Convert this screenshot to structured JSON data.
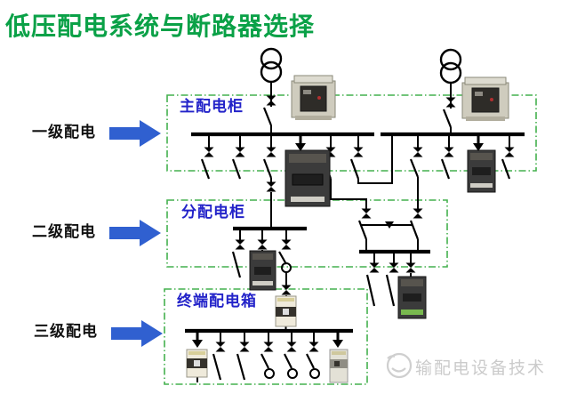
{
  "title": "低压配电系统与断路器选择",
  "colors": {
    "title_green": "#0aa147",
    "dashed_box_green": "#44b14e",
    "box_label_blue": "#2323c9",
    "arrow_blue": "#3060d0",
    "diagram_line": "#000000",
    "watermark_gray": "#cbcbcb"
  },
  "levels": [
    {
      "label": "一级配电",
      "box_label": "主配电柜"
    },
    {
      "label": "二级配电",
      "box_label": "分配电柜"
    },
    {
      "label": "三级配电",
      "box_label": "终端配电箱"
    }
  ],
  "watermark": {
    "text": "输配电设备技术",
    "logo": "smiley-circle-logo"
  },
  "device_images": [
    "air-circuit-breaker",
    "air-circuit-breaker",
    "molded-case-breaker",
    "molded-case-breaker",
    "molded-case-breaker",
    "molded-case-breaker",
    "miniature-breaker",
    "miniature-breaker",
    "rcbo-breaker"
  ]
}
